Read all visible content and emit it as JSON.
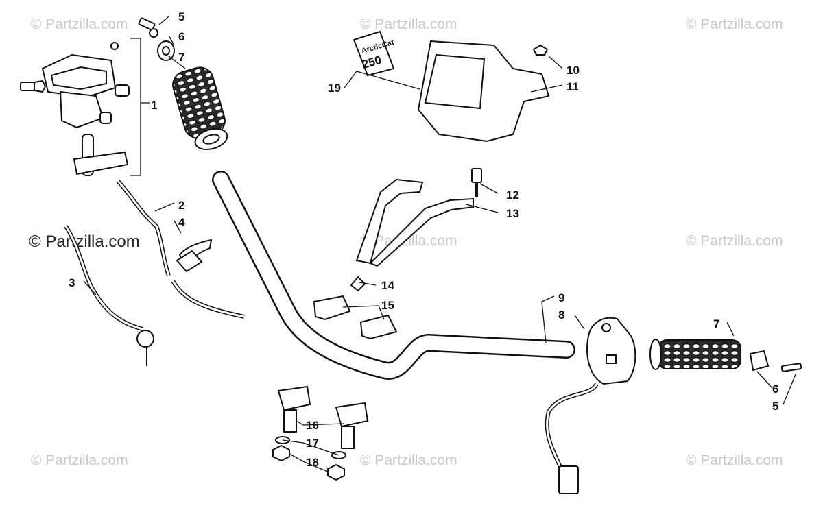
{
  "watermarks": [
    "© Partzilla.com",
    "© Partzilla.com",
    "© Partzilla.com",
    "© Partzilla.com",
    "© Partzilla.com",
    "© Partzilla.com",
    "© Partzilla.com",
    "© Partzilla.com",
    "© Partzilla.com"
  ],
  "decal_text": {
    "brand": "ArcticCat",
    "model": "250"
  },
  "callouts": {
    "c1": "1",
    "c2": "2",
    "c3": "3",
    "c4": "4",
    "c5a": "5",
    "c5b": "5",
    "c6a": "6",
    "c6b": "6",
    "c7a": "7",
    "c7b": "7",
    "c8": "8",
    "c9": "9",
    "c10": "10",
    "c11": "11",
    "c12": "12",
    "c13": "13",
    "c14": "14",
    "c15": "15",
    "c16": "16",
    "c17": "17",
    "c18": "18",
    "c19": "19"
  }
}
